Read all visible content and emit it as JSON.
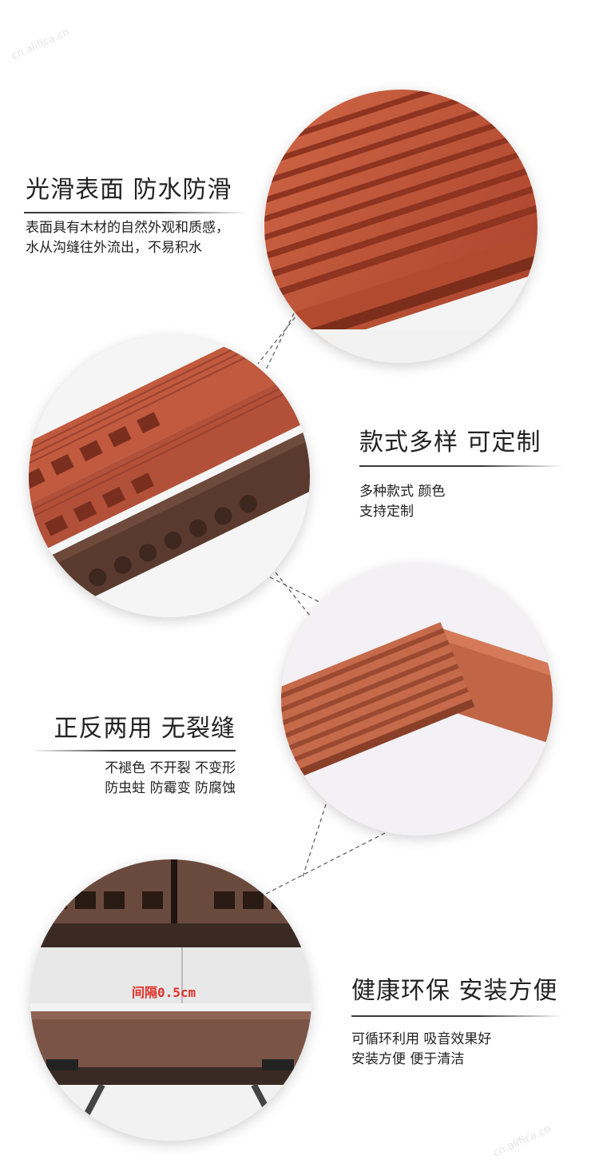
{
  "watermark": "cn.alifica.cn",
  "colors": {
    "accent_line": "#3a3a3a",
    "wpc_red": "#c75a3d",
    "wpc_dark": "#5a3a2e",
    "gap_label": "#e0302a"
  },
  "sections": [
    {
      "title": "光滑表面 防水防滑",
      "lines": [
        "表面具有木材的自然外观和质感，",
        "水从沟缝往外流出，不易积水"
      ]
    },
    {
      "title": "款式多样 可定制",
      "lines": [
        "多种款式 颜色",
        "支持定制"
      ]
    },
    {
      "title": "正反两用 无裂缝",
      "lines": [
        "不褪色 不开裂 不变形",
        "防虫蛀 防霉变 防腐蚀"
      ]
    },
    {
      "title": "健康环保 安装方便",
      "lines": [
        "可循环利用 吸音效果好",
        "安装方便 便于清洁"
      ]
    }
  ],
  "gap_label": "间隔0.5cm"
}
